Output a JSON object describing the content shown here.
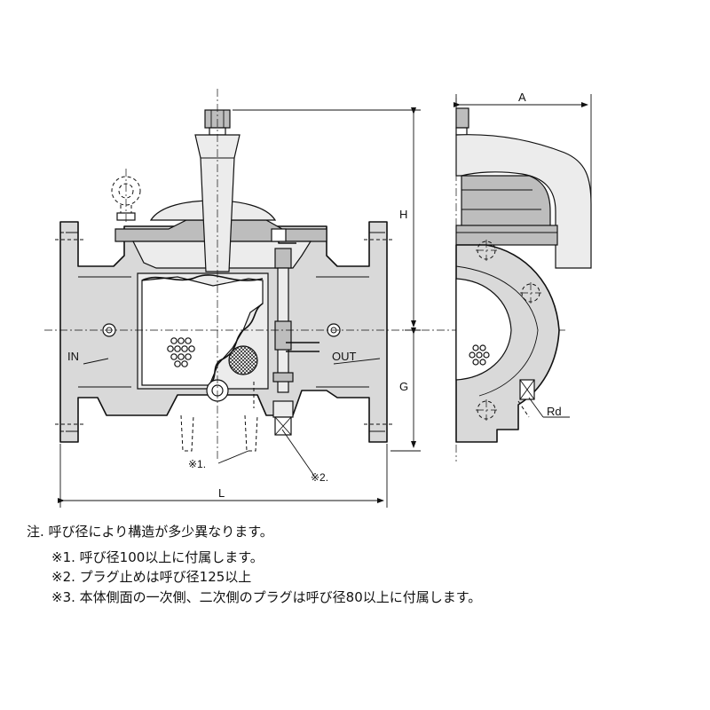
{
  "dimensions": {
    "A": "A",
    "H": "H",
    "G": "G",
    "L": "L",
    "Rd": "Rd"
  },
  "ports": {
    "inlet": "IN",
    "outlet": "OUT"
  },
  "markers": {
    "m1": "※1.",
    "m2": "※2."
  },
  "notes": {
    "heading": "注. 呼び径により構造が多少異なります。",
    "items": [
      "※1. 呼び径100以上に付属します。",
      "※2. プラグ止めは呼び径125以上",
      "※3. 本体側面の一次側、二次側のプラグは呼び径80以上に付属します。"
    ]
  }
}
